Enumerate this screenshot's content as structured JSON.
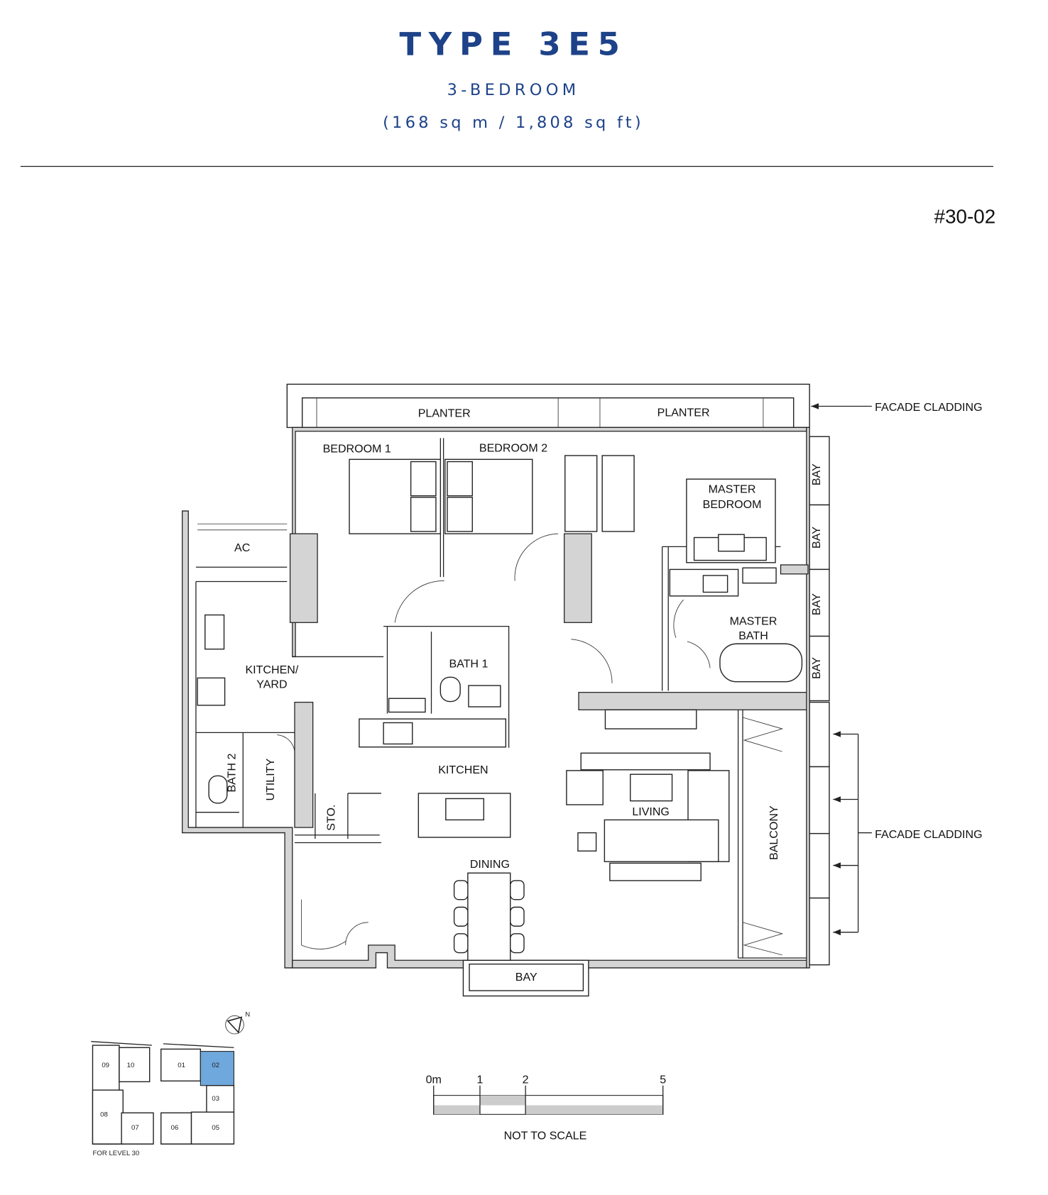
{
  "header": {
    "title": "TYPE 3E5",
    "subtitle": "3-BEDROOM",
    "area": "(168 sq m / 1,808 sq ft)",
    "unit_number": "#30-02"
  },
  "plan_labels": {
    "planter_1": "PLANTER",
    "planter_2": "PLANTER",
    "facade_cladding_1": "FACADE CLADDING",
    "facade_cladding_2": "FACADE CLADDING",
    "bedroom_1": "BEDROOM  1",
    "bedroom_2": "BEDROOM  2",
    "master_bedroom_1": "MASTER",
    "master_bedroom_2": "BEDROOM",
    "bay_1": "BAY",
    "bay_2": "BAY",
    "bay_3": "BAY",
    "bay_4": "BAY",
    "bay_bottom": "BAY",
    "ac": "AC",
    "kitchen_yard_1": "KITCHEN/",
    "kitchen_yard_2": "YARD",
    "bath_1": "BATH  1",
    "master_bath_1": "MASTER",
    "master_bath_2": "BATH",
    "bath_2": "BATH  2",
    "utility": "UTILITY",
    "store": "STO.",
    "kitchen": "KITCHEN",
    "living": "LIVING",
    "balcony": "BALCONY",
    "dining": "DINING"
  },
  "scale_bar": {
    "ticks": [
      "0m",
      "1",
      "2",
      "5"
    ],
    "note": "NOT TO SCALE"
  },
  "key_plan": {
    "north": "N",
    "units": [
      "09",
      "10",
      "01",
      "02",
      "03",
      "08",
      "07",
      "06",
      "05"
    ],
    "highlighted_unit": "02",
    "highlight_color": "#6fa8dc",
    "caption": "FOR LEVEL 30"
  },
  "colors": {
    "brand": "#1d4289"
  }
}
